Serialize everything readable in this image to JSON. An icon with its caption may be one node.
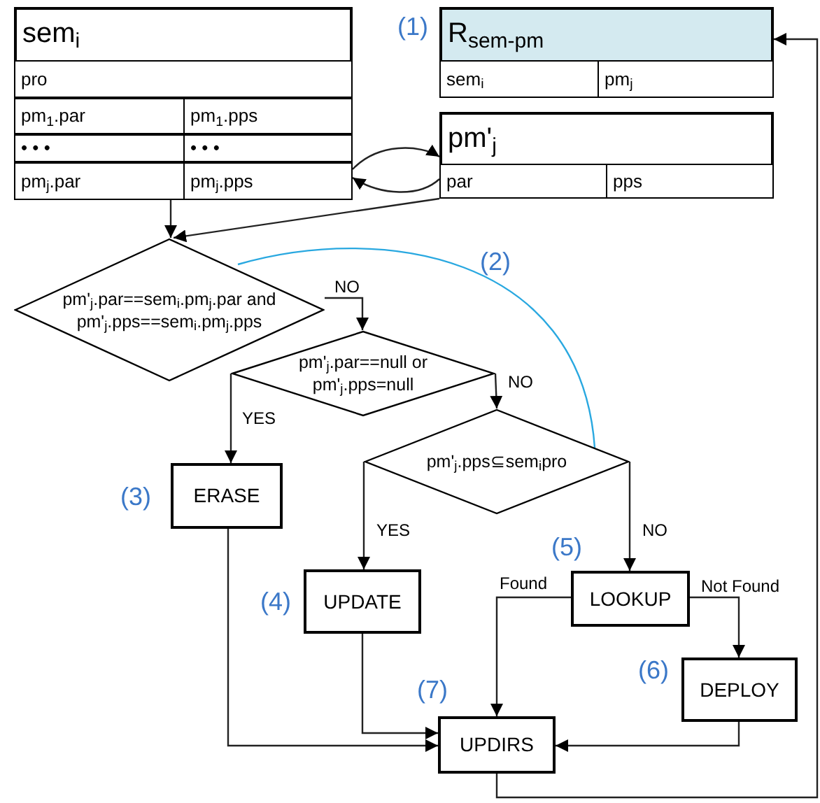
{
  "diagram": {
    "nodes": [
      {
        "text": [
          "sem$_{i}$"
        ]
      },
      {
        "text": [
          "pro"
        ],
        "in": 0
      },
      {
        "text": [
          "pm$_{1}$.par"
        ],
        "in": 0
      },
      {
        "text": [
          "pm$_{1}$.pps"
        ],
        "in": 0
      },
      {
        "text": [
          "• • •"
        ],
        "in": 0
      },
      {
        "text": [
          "• • •"
        ],
        "in": 0
      },
      {
        "text": [
          "pm$_{j}$.par"
        ],
        "in": 0
      },
      {
        "text": [
          "pm$_{j}$.pps"
        ],
        "in": 0
      },
      {
        "text": [
          "R$_{sem-pm}$"
        ],
        "beside": [
          "(1)"
        ]
      },
      {
        "text": [
          "sem$_{i}$"
        ],
        "in": 8
      },
      {
        "text": [
          "pm$_{j}$"
        ],
        "in": 8
      },
      {
        "text": [
          "pm'$_{j}$"
        ]
      },
      {
        "text": [
          "par"
        ],
        "in": 11
      },
      {
        "text": [
          "pps"
        ],
        "in": 11
      },
      {
        "text": [
          "pm'$_{j}$.par==sem$_{i}$.pm$_{j}$.par and pm'$_{j}$.pps==sem$_{i}$.pm$_{j}$.pps"
        ]
      },
      {
        "text": [
          "pm'$_{j}$.par==null or pm'$_{j}$.pps=null"
        ]
      },
      {
        "text": [
          "pm'$_{j}$.pps⊆sem$_{i}$pro"
        ]
      },
      {
        "text": [
          "ERASE"
        ],
        "beside": [
          "(3)"
        ]
      },
      {
        "text": [
          "UPDATE"
        ],
        "beside": [
          "(4)"
        ]
      },
      {
        "text": [
          "LOOKUP"
        ],
        "beside": [
          "(5)"
        ]
      },
      {
        "text": [
          "DEPLOY"
        ],
        "beside": [
          "(6)"
        ]
      },
      {
        "text": [
          "UPDIRS"
        ],
        "beside": [
          "(7)"
        ]
      }
    ],
    "edges": [
      {
        "from": 0,
        "to": 14,
        "arrow": "to"
      },
      {
        "from": 12,
        "to": 14,
        "arrow": "to"
      },
      {
        "from": 7,
        "to": 11,
        "arrow": "to"
      },
      {
        "from": 12,
        "to": 7,
        "arrow": "to"
      },
      {
        "from": 14,
        "to": 15,
        "arrow": "to",
        "label": "NO"
      },
      {
        "from": 15,
        "to": 17,
        "arrow": "to",
        "label": "YES"
      },
      {
        "from": 15,
        "to": 16,
        "arrow": "to",
        "label": "NO"
      },
      {
        "from": 16,
        "to": 18,
        "arrow": "to",
        "label": "YES"
      },
      {
        "from": 16,
        "to": 19,
        "arrow": "to",
        "label": "NO"
      },
      {
        "from": 19,
        "to": 21,
        "arrow": "to",
        "label": "Found"
      },
      {
        "from": 19,
        "to": 20,
        "arrow": "to",
        "label": "Not Found"
      },
      {
        "from": 17,
        "to": 21,
        "arrow": "to"
      },
      {
        "from": 18,
        "to": 21,
        "arrow": "to"
      },
      {
        "from": 20,
        "to": 21,
        "arrow": "to"
      },
      {
        "from": 21,
        "to": 8,
        "arrow": "to"
      },
      {
        "from": 14,
        "to": 16,
        "arrow": "none",
        "color": "#29a8e0"
      }
    ],
    "labels": [
      "(2)"
    ]
  }
}
